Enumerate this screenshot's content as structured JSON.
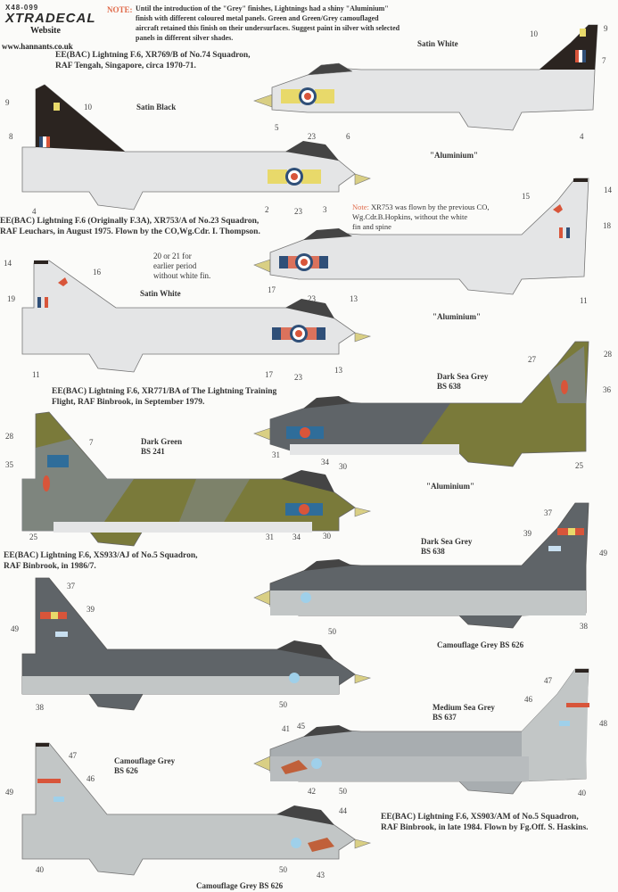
{
  "header": {
    "product_code": "X48-099",
    "brand": "XTRADECAL",
    "website_label": "Website",
    "website_url": "www.hannants.co.uk",
    "note_label": "NOTE:",
    "note_text": "Until the introduction of the \"Grey\" finishes, Lightnings had a shiny \"Aluminium\" finish with different coloured metal panels. Green and Green/Grey camouflaged aircraft retained this finish on their undersurfaces. Suggest paint in silver with selected panels in different silver shades."
  },
  "colors": {
    "satin_black": "#2b2420",
    "aluminium": "#e4e5e6",
    "dark_green": "#7a7a3a",
    "dark_sea_grey": "#5f6468",
    "medium_sea_grey": "#a8adb0",
    "camouflage_grey": "#c2c6c6",
    "roundel_blue": "#2f4f78",
    "roundel_red": "#d8553a",
    "yellow": "#e8d96a",
    "nose_cone": "#d9cf84"
  },
  "aircraft": [
    {
      "caption": [
        "EE(BAC) Lightning F.6, XR769/B of No.74 Squadron,",
        "RAF Tengah, Singapore, circa 1970-71."
      ],
      "views": [
        {
          "side": "right",
          "labels": [
            "Satin White",
            "\"Aluminium\""
          ],
          "callouts": [
            "10",
            "9",
            "7",
            "5",
            "23",
            "6",
            "4"
          ]
        },
        {
          "side": "left",
          "labels": [
            "Satin Black"
          ],
          "callouts": [
            "9",
            "10",
            "8",
            "4",
            "2",
            "23",
            "3"
          ]
        }
      ]
    },
    {
      "caption": [
        "EE(BAC) Lightning F.6 (Originally F.3A), XR753/A of No.23 Squadron,",
        "RAF Leuchars, in August 1975. Flown by the CO,Wg.Cdr. I. Thompson."
      ],
      "note_label": "Note:",
      "note_text": [
        "XR753 was flown by the previous CO,",
        "Wg.Cdr.B.Hopkins, without the white",
        "fin and spine"
      ],
      "fin_note": [
        "20 or 21 for",
        "earlier period",
        "without white fin."
      ],
      "views": [
        {
          "side": "right",
          "labels": [
            "\"Aluminium\""
          ],
          "callouts": [
            "15",
            "14",
            "18",
            "17",
            "23",
            "13",
            "11"
          ]
        },
        {
          "side": "left",
          "labels": [
            "Satin White"
          ],
          "callouts": [
            "14",
            "16",
            "19",
            "11",
            "17",
            "23",
            "13"
          ]
        }
      ]
    },
    {
      "caption": [
        "EE(BAC) Lightning F.6, XR771/BA of The Lightning Training",
        "Flight, RAF Binbrook, in September 1979."
      ],
      "views": [
        {
          "side": "right",
          "labels": [
            "Dark Sea Grey",
            "BS 638",
            "\"Aluminium\""
          ],
          "callouts": [
            "27",
            "28",
            "36",
            "31",
            "34",
            "30",
            "25"
          ]
        },
        {
          "side": "left",
          "labels": [
            "Dark Green",
            "BS 241"
          ],
          "callouts": [
            "28",
            "7",
            "35",
            "25",
            "31",
            "34",
            "30"
          ]
        }
      ]
    },
    {
      "caption": [
        "EE(BAC) Lightning F.6, XS933/AJ of No.5 Squadron,",
        "RAF Binbrook, in 1986/7."
      ],
      "views": [
        {
          "side": "right",
          "labels": [
            "Dark Sea Grey",
            "BS 638",
            "Camouflage Grey BS 626"
          ],
          "callouts": [
            "37",
            "39",
            "49",
            "50",
            "38"
          ]
        },
        {
          "side": "left",
          "labels": [],
          "callouts": [
            "37",
            "39",
            "49",
            "38",
            "50"
          ]
        }
      ]
    },
    {
      "caption": [
        "EE(BAC) Lightning F.6, XS903/AM of No.5 Squadron,",
        "RAF Binbrook, in late 1984. Flown by Fg.Off. S. Haskins."
      ],
      "views": [
        {
          "side": "right",
          "labels": [
            "Medium Sea Grey",
            "BS 637"
          ],
          "callouts": [
            "47",
            "46",
            "48",
            "41",
            "45",
            "42",
            "50",
            "40"
          ]
        },
        {
          "side": "left",
          "labels": [
            "Camouflage Grey",
            "BS 626",
            "Camouflage Grey BS 626"
          ],
          "callouts": [
            "47",
            "46",
            "49",
            "40",
            "44",
            "50",
            "43"
          ]
        }
      ]
    }
  ]
}
